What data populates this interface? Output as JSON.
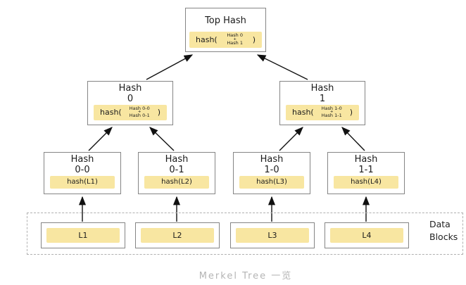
{
  "caption": "Merkel Tree 一览",
  "colors": {
    "highlight": "#f8e6a1",
    "node_border": "#858585",
    "dashed_border": "#b0b0b0",
    "arrow": "#111111",
    "caption_text": "#b4b4b4"
  },
  "root": {
    "title": "Top Hash",
    "fn_open": "hash(",
    "arg_top": "Hash 0",
    "plus": "+",
    "arg_bottom": "Hash 1",
    "fn_close": ")"
  },
  "internal": [
    {
      "title_line1": "Hash",
      "title_line2": "0",
      "fn_open": "hash(",
      "arg_top": "Hash 0-0",
      "plus": "+",
      "arg_bottom": "Hash 0-1",
      "fn_close": ")"
    },
    {
      "title_line1": "Hash",
      "title_line2": "1",
      "fn_open": "hash(",
      "arg_top": "Hash 1-0",
      "plus": "+",
      "arg_bottom": "Hash 1-1",
      "fn_close": ")"
    }
  ],
  "leaf_hashes": [
    {
      "title_line1": "Hash",
      "title_line2": "0-0",
      "fn_label": "hash(L1)"
    },
    {
      "title_line1": "Hash",
      "title_line2": "0-1",
      "fn_label": "hash(L2)"
    },
    {
      "title_line1": "Hash",
      "title_line2": "1-0",
      "fn_label": "hash(L3)"
    },
    {
      "title_line1": "Hash",
      "title_line2": "1-1",
      "fn_label": "hash(L4)"
    }
  ],
  "data_blocks": {
    "label_line1": "Data",
    "label_line2": "Blocks",
    "blocks": [
      "L1",
      "L2",
      "L3",
      "L4"
    ]
  }
}
